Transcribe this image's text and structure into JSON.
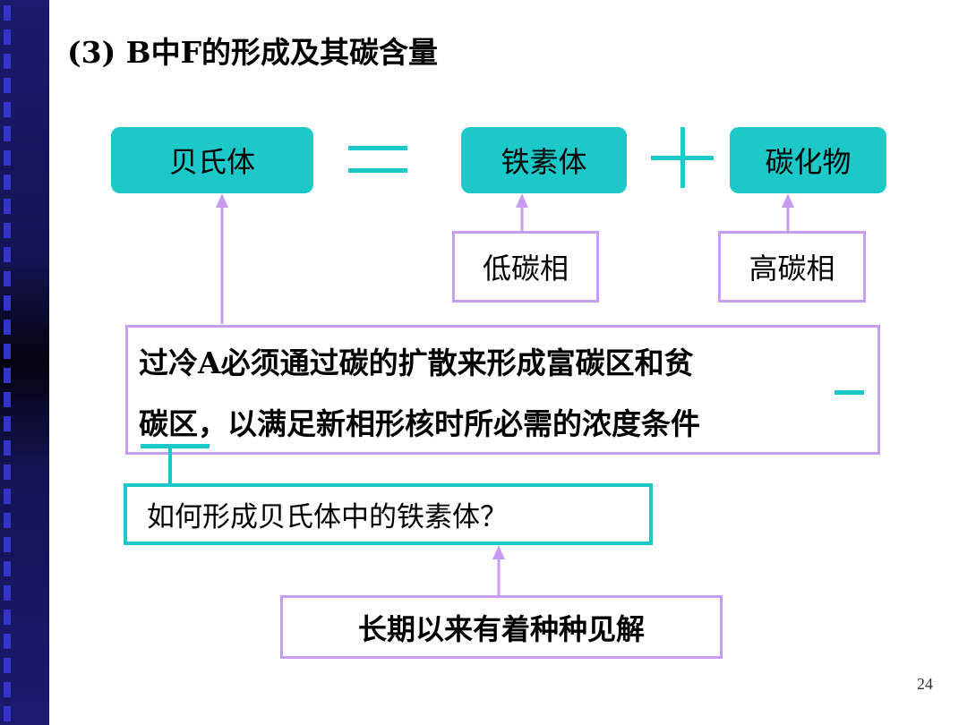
{
  "title": "(3) B中F的形成及其碳含量",
  "equation": {
    "bainite": "贝氏体",
    "ferrite": "铁素体",
    "carbide": "碳化物",
    "low_carbon": "低碳相",
    "high_carbon": "高碳相"
  },
  "explanation": {
    "line1": "过冷A必须通过碳的扩散来形成富碳区和贫",
    "line2": "碳区，以满足新相形核时所必需的浓度条件"
  },
  "question": "如何形成贝氏体中的铁素体？",
  "answer": "长期以来有着种种见解",
  "page_number": "24",
  "colors": {
    "teal": "#1cc8c8",
    "purple": "#c89cf0",
    "sidebar": "#141455"
  }
}
